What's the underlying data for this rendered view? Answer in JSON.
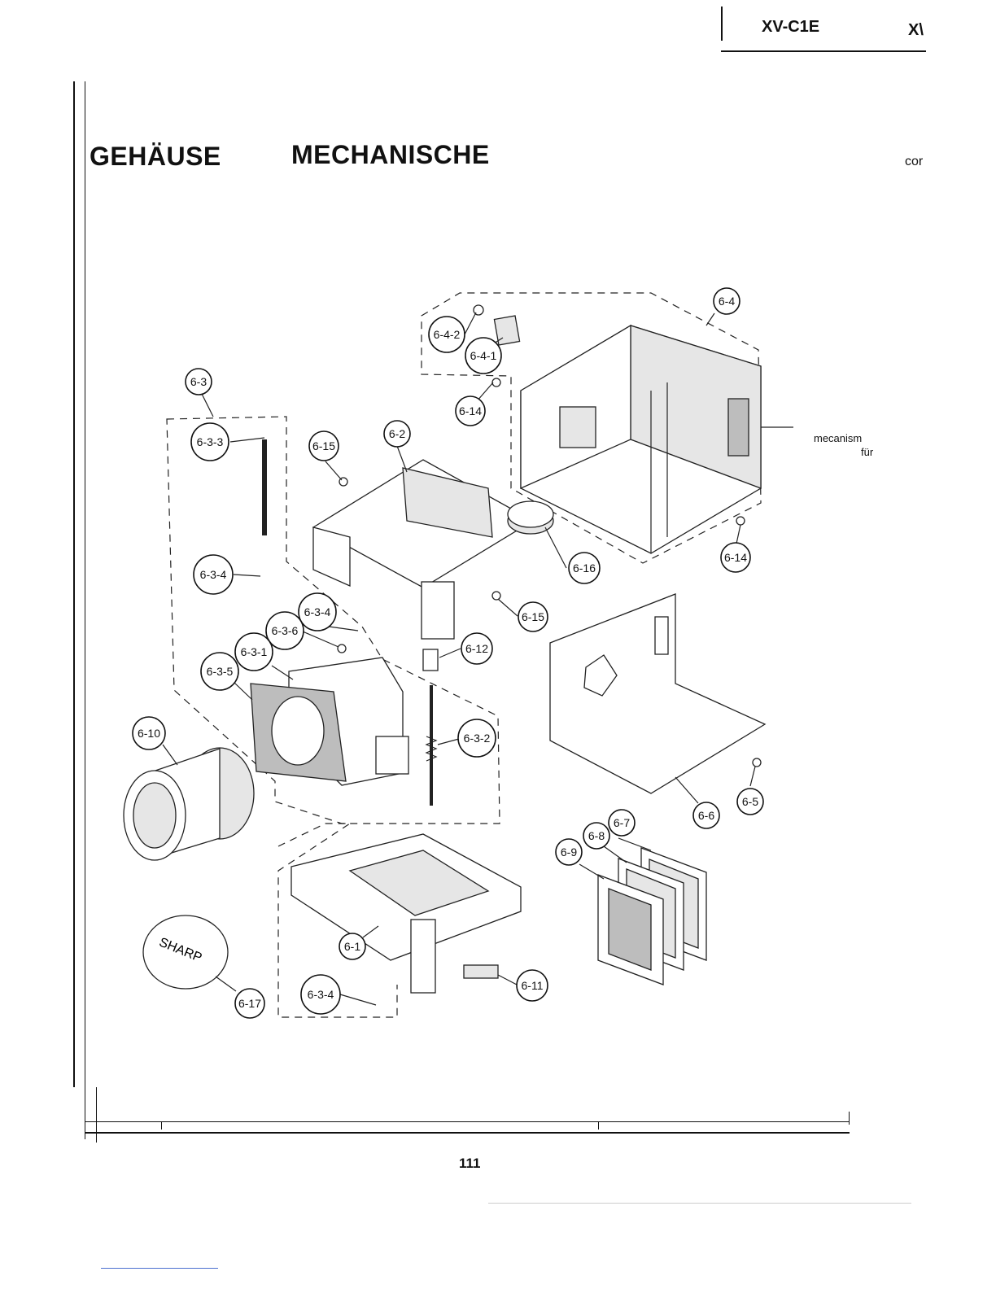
{
  "header": {
    "model": "XV-C1E",
    "model_cut": "X\\"
  },
  "titles": {
    "left": "GEHÄUSE",
    "middle": "MECHANISCHE",
    "right_cut": "cor"
  },
  "side_note": {
    "line1": "mecanism",
    "line2": "für"
  },
  "page_number": "111",
  "brand_on_cap": "SHARP",
  "callouts": [
    "6-4",
    "6-4-2",
    "6-4-1",
    "6-3",
    "6-14",
    "6-3-3",
    "6-15",
    "6-2",
    "6-14",
    "6-16",
    "6-3-4",
    "6-3-4",
    "6-15",
    "6-3-6",
    "6-12",
    "6-3-1",
    "6-3-5",
    "6-10",
    "6-3-2",
    "6-5",
    "6-6",
    "6-7",
    "6-8",
    "6-9",
    "6-1",
    "6-11",
    "6-3-4",
    "6-17"
  ]
}
